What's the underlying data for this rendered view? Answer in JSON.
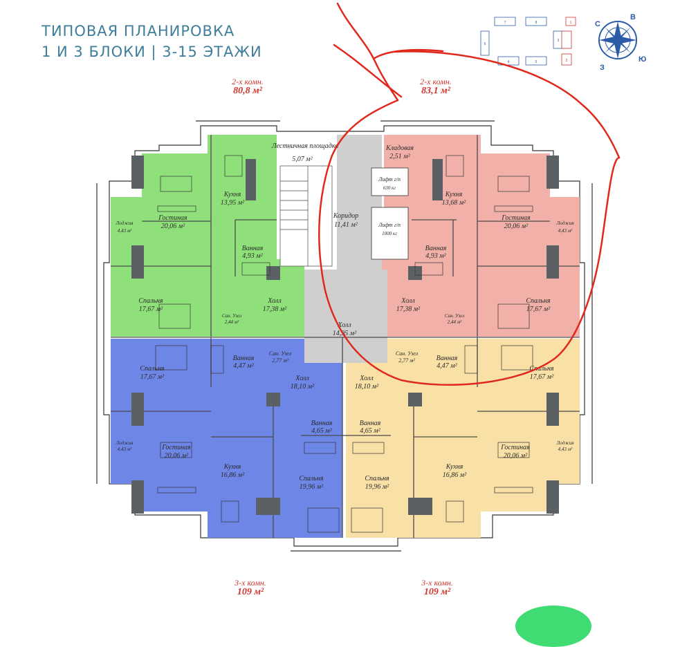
{
  "title": {
    "line1": "ТИПОВАЯ ПЛАНИРОВКА",
    "line2": "1 И 3 БЛОКИ | 3-15 ЭТАЖИ"
  },
  "compass": {
    "n": "С",
    "e": "В",
    "s": "Ю",
    "w": "З"
  },
  "site_plan_labels": [
    "7",
    "8",
    "6",
    "4",
    "5",
    "3",
    "1",
    "2"
  ],
  "apartments": {
    "top_left": {
      "rooms": "2-х комн.",
      "area": "80,8 м²"
    },
    "top_right": {
      "rooms": "2-х комн.",
      "area": "83,1 м²"
    },
    "bottom_left": {
      "rooms": "3-х комн.",
      "area": "109 м²"
    },
    "bottom_right": {
      "rooms": "3-х комн.",
      "area": "109 м²"
    }
  },
  "rooms": {
    "stair": {
      "name": "Лестничная площадка",
      "area": "5,07 м²"
    },
    "pantry": {
      "name": "Кладовая",
      "area": "2,51 м²"
    },
    "lift1": {
      "name": "Лифт г/п",
      "area": "630 кг"
    },
    "lift2": {
      "name": "Лифт г/п",
      "area": "1000 кг"
    },
    "corridor": {
      "name": "Коридор",
      "area": "11,41 м²"
    },
    "hall_center": {
      "name": "Холл",
      "area": "14,95 м²"
    },
    "tl_kitchen": {
      "name": "Кухня",
      "area": "13,95 м²"
    },
    "tl_living": {
      "name": "Гостиная",
      "area": "20,06 м²"
    },
    "tl_loggia": {
      "name": "Лоджия",
      "area": "4,43 м²"
    },
    "tl_bath": {
      "name": "Ванная",
      "area": "4,93 м²"
    },
    "tl_bedroom": {
      "name": "Спальня",
      "area": "17,67 м²"
    },
    "tl_hall": {
      "name": "Холл",
      "area": "17,38 м²"
    },
    "tl_wc": {
      "name": "Сан. Узел",
      "area": "2,44 м²"
    },
    "tr_kitchen": {
      "name": "Кухня",
      "area": "13,68 м²"
    },
    "tr_living": {
      "name": "Гостиная",
      "area": "20,06 м²"
    },
    "tr_loggia": {
      "name": "Лоджия",
      "area": "4,43 м²"
    },
    "tr_bath": {
      "name": "Ванная",
      "area": "4,93 м²"
    },
    "tr_hall": {
      "name": "Холл",
      "area": "17,38 м²"
    },
    "tr_wc": {
      "name": "Сан. Узел",
      "area": "2,44 м²"
    },
    "tr_bedroom": {
      "name": "Спальня",
      "area": "17,67 м²"
    },
    "bl_bedroom": {
      "name": "Спальня",
      "area": "17,67 м²"
    },
    "bl_bath": {
      "name": "Ванная",
      "area": "4,47 м²"
    },
    "bl_wc": {
      "name": "Сан. Узел",
      "area": "2,77 м²"
    },
    "bl_hall": {
      "name": "Холл",
      "area": "18,10 м²"
    },
    "bl_loggia": {
      "name": "Лоджия",
      "area": "4,43 м²"
    },
    "bl_living": {
      "name": "Гостиная",
      "area": "20,06 м²"
    },
    "bl_kitchen": {
      "name": "Кухня",
      "area": "16,86 м²"
    },
    "bl_bath2": {
      "name": "Ванная",
      "area": "4,65 м²"
    },
    "bl_bedroom2": {
      "name": "Спальня",
      "area": "19,96 м²"
    },
    "br_wc": {
      "name": "Сан. Узел",
      "area": "2,77 м²"
    },
    "br_bath": {
      "name": "Ванная",
      "area": "4,47 м²"
    },
    "br_hall": {
      "name": "Холл",
      "area": "18,10 м²"
    },
    "br_bedroom": {
      "name": "Спальня",
      "area": "17,67 м²"
    },
    "br_bath2": {
      "name": "Ванная",
      "area": "4,65 м²"
    },
    "br_bedroom2": {
      "name": "Спальня",
      "area": "19,96 м²"
    },
    "br_kitchen": {
      "name": "Кухня",
      "area": "16,86 м²"
    },
    "br_living": {
      "name": "Гостиная",
      "area": "20,06 м²"
    },
    "br_loggia": {
      "name": "Лоджия",
      "area": "4,43 м²"
    }
  },
  "colors": {
    "green": "#8fe07a",
    "pink": "#f2b1a8",
    "blue": "#6e86e6",
    "yellow": "#f8e0a6",
    "grey": "#cfcfcf",
    "wall": "#555a5e",
    "annotation": "#e0281c"
  }
}
